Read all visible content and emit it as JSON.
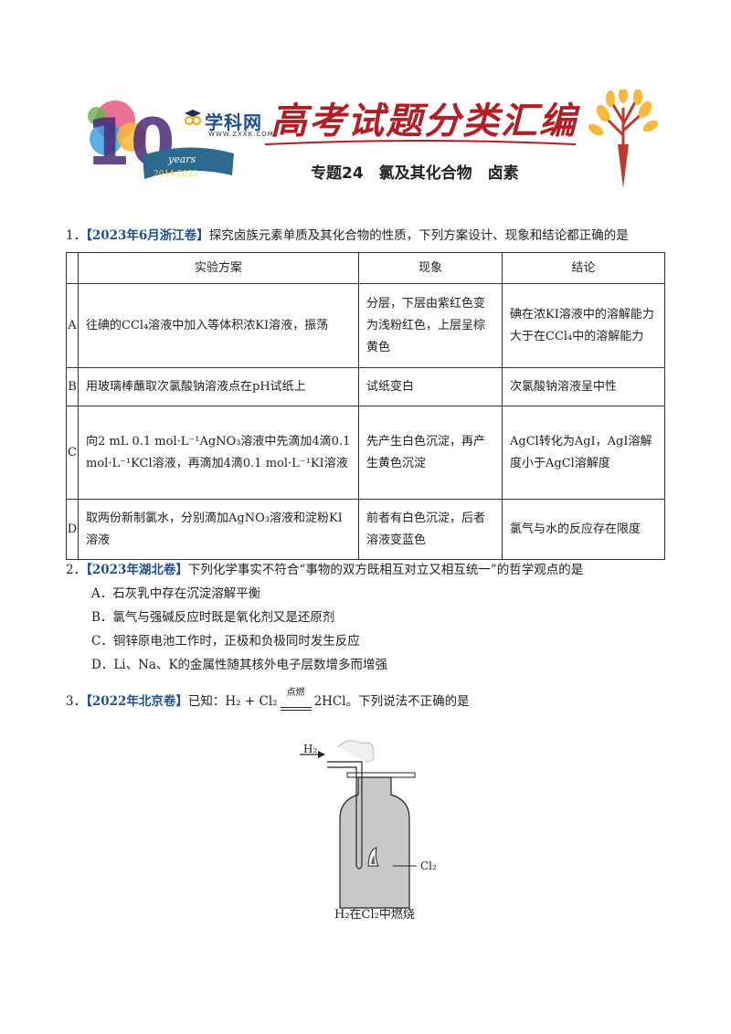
{
  "header": {
    "brand": "学科网",
    "brand_url": "WWW.ZXXK.COM",
    "badge_years": "years",
    "badge_range": "2014-2023",
    "series_title": "高考试题分类汇编",
    "topic": "专题24　氯及其化合物　卤素"
  },
  "q1": {
    "number": "1．",
    "source": "【2023年6月浙江卷】",
    "stem": "探究卤族元素单质及其化合物的性质，下列方案设计、现象和结论都正确的是",
    "columns": [
      "实验方案",
      "现象",
      "结论"
    ],
    "rows": [
      {
        "label": "A",
        "plan": "往碘的CCl₄溶液中加入等体积浓KI溶液，振荡",
        "phenomenon": "分层，下层由紫红色变为浅粉红色，上层呈棕黄色",
        "conclusion": "碘在浓KI溶液中的溶解能力大于在CCl₄中的溶解能力"
      },
      {
        "label": "B",
        "plan": "用玻璃棒蘸取次氯酸钠溶液点在pH试纸上",
        "phenomenon": "试纸变白",
        "conclusion": "次氯酸钠溶液呈中性"
      },
      {
        "label": "C",
        "plan": "向2 mL 0.1 mol·L⁻¹AgNO₃溶液中先滴加4滴0.1 mol·L⁻¹KCl溶液，再滴加4滴0.1 mol·L⁻¹KI溶液",
        "phenomenon": "先产生白色沉淀，再产生黄色沉淀",
        "conclusion": "AgCl转化为AgI，AgI溶解度小于AgCl溶解度"
      },
      {
        "label": "D",
        "plan": "取两份新制氯水，分别滴加AgNO₃溶液和淀粉KI溶液",
        "phenomenon": "前者有白色沉淀，后者溶液变蓝色",
        "conclusion": "氯气与水的反应存在限度"
      }
    ]
  },
  "q2": {
    "number": "2．",
    "source": "【2023年湖北卷】",
    "stem": "下列化学事实不符合“事物的双方既相互对立又相互统一”的哲学观点的是",
    "options": [
      "A．石灰乳中存在沉淀溶解平衡",
      "B．氯气与强碱反应时既是氧化剂又是还原剂",
      "C．铜锌原电池工作时，正极和负极同时发生反应",
      "D．Li、Na、K的金属性随其核外电子层数增多而增强"
    ]
  },
  "q3": {
    "number": "3．",
    "source": "【2022年北京卷】",
    "stem_prefix": "已知：",
    "equation_left": "H₂ + Cl₂",
    "equation_condition": "点燃",
    "equation_right": "2HCl",
    "stem_suffix": "。下列说法不正确的是",
    "figure_labels": {
      "inlet": "H₂",
      "gas": "Cl₂"
    },
    "caption": "H₂在Cl₂中燃烧"
  },
  "colors": {
    "title_red": "#b21e24",
    "source_blue": "#1d4f91"
  }
}
